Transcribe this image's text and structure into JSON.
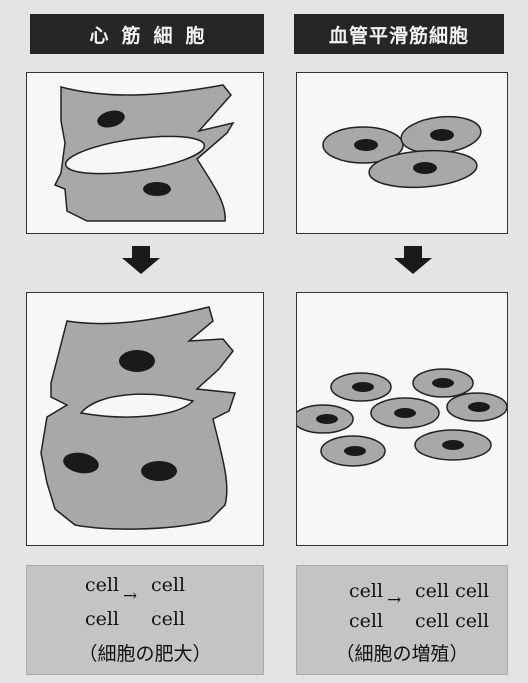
{
  "headers": {
    "left": "心筋細胞",
    "right": "血管平滑筋細胞"
  },
  "left_box": {
    "row1_left": "cell",
    "row1_right": "cell",
    "row2_left": "cell",
    "row2_right": "cell",
    "caption": "（細胞の肥大）"
  },
  "right_box": {
    "row1_left": "cell",
    "row1_right": "cell cell",
    "row2_left": "cell",
    "row2_right": "cell cell",
    "caption": "（細胞の増殖）"
  },
  "arrow_symbol": "→",
  "colors": {
    "header_bg": "#262626",
    "cell_fill": "#a8a8a8",
    "nucleus": "#1a1a1a",
    "box_bg": "#c4c4c4"
  }
}
